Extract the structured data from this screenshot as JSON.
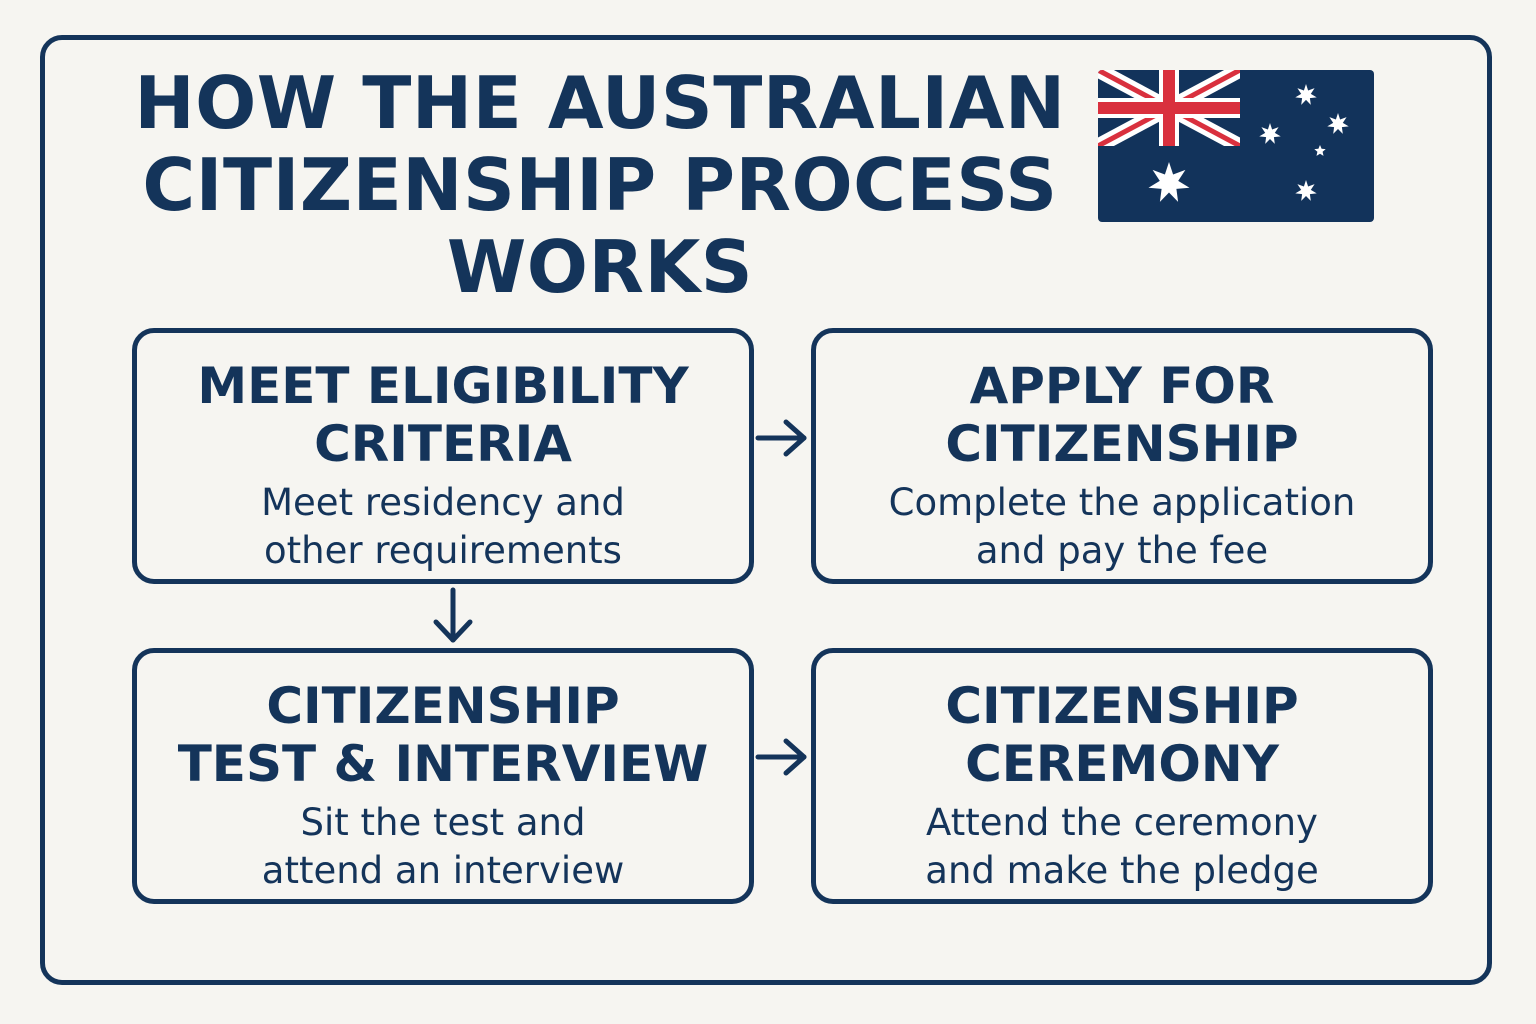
{
  "title": {
    "line1": "HOW THE AUSTRALIAN",
    "line2": "CITIZENSHIP PROCESS",
    "line3": "WORKS"
  },
  "flag": {
    "icon": "australian-flag-icon",
    "colors": {
      "navy": "#12335b",
      "red": "#d9303e",
      "white": "#ffffff"
    }
  },
  "steps": [
    {
      "title_lines": [
        "MEET ELIGIBILITY",
        "CRITERIA"
      ],
      "desc_lines": [
        "Meet residency and",
        "other requirements"
      ]
    },
    {
      "title_lines": [
        "APPLY FOR",
        "CITIZENSHIP"
      ],
      "desc_lines": [
        "Complete the application",
        "and pay the fee"
      ]
    },
    {
      "title_lines": [
        "CITIZENSHIP",
        "TEST & INTERVIEW"
      ],
      "desc_lines": [
        "Sit the test and",
        "attend an interview"
      ]
    },
    {
      "title_lines": [
        "CITIZENSHIP",
        "CEREMONY"
      ],
      "desc_lines": [
        "Attend the ceremony",
        "and make the pledge"
      ]
    }
  ],
  "colors": {
    "background": "#f6f5f1",
    "primary": "#14345a"
  }
}
